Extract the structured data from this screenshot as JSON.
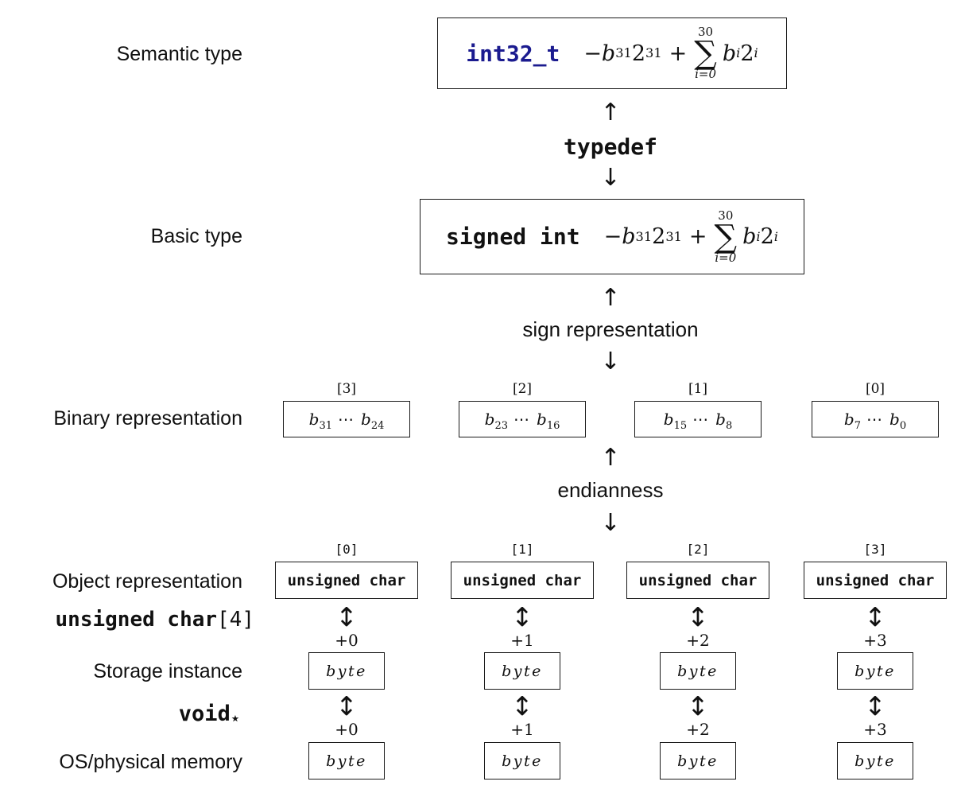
{
  "colors": {
    "accent_blue": "#1b1b8f",
    "ink": "#111111"
  },
  "glyphs": {
    "up": "↑",
    "down": "↓",
    "updown": "↕"
  },
  "formula": {
    "lead": "−b",
    "lead_sub": "31",
    "lead_base": "2",
    "lead_exp": "31",
    "plus": "+",
    "sum_top": "30",
    "sigma": "∑",
    "sum_bot": "i=0",
    "t_b": "b",
    "t_sub": "i",
    "t_base": "2",
    "t_exp": "i"
  },
  "semantic_row": {
    "side_label": "Semantic type",
    "type_name": "int32_t"
  },
  "basic_row": {
    "side_label": "Basic type",
    "type_name": "signed int"
  },
  "connectors": {
    "typedef": "typedef",
    "sign_representation": "sign representation",
    "endianness": "endianness"
  },
  "binary_row": {
    "side_label": "Binary representation",
    "cells": [
      {
        "index": "[3]",
        "hi": "b",
        "hi_sub": "31",
        "dots": "⋯",
        "lo": "b",
        "lo_sub": "24"
      },
      {
        "index": "[2]",
        "hi": "b",
        "hi_sub": "23",
        "dots": "⋯",
        "lo": "b",
        "lo_sub": "16"
      },
      {
        "index": "[1]",
        "hi": "b",
        "hi_sub": "15",
        "dots": "⋯",
        "lo": "b",
        "lo_sub": "8"
      },
      {
        "index": "[0]",
        "hi": "b",
        "hi_sub": "7",
        "dots": "⋯",
        "lo": "b",
        "lo_sub": "0"
      }
    ]
  },
  "object_row": {
    "side_label": "Object representation",
    "array_type": "unsigned char",
    "array_suffix": "[4]",
    "cells": [
      {
        "index": "[0]",
        "content": "unsigned char"
      },
      {
        "index": "[1]",
        "content": "unsigned char"
      },
      {
        "index": "[2]",
        "content": "unsigned char"
      },
      {
        "index": "[3]",
        "content": "unsigned char"
      }
    ]
  },
  "storage_row": {
    "side_label": "Storage instance",
    "pointer_type": "void",
    "pointer_star": "⋆",
    "offsets": [
      "+0",
      "+1",
      "+2",
      "+3"
    ],
    "cell_label": "byte"
  },
  "memory_row": {
    "side_label": "OS/physical memory",
    "offsets": [
      "+0",
      "+1",
      "+2",
      "+3"
    ],
    "cell_label": "byte"
  }
}
